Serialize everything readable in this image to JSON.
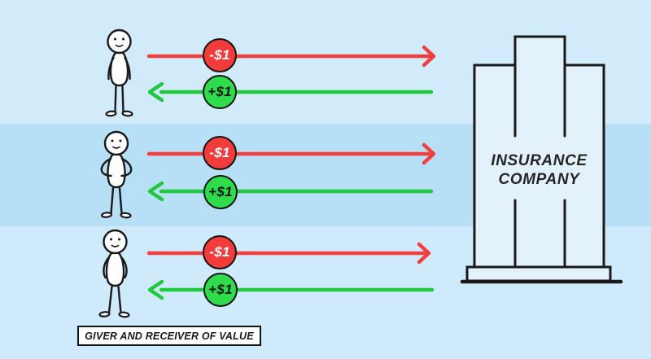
{
  "diagram": {
    "entity": {
      "line1": "INSURANCE",
      "line2": "COMPANY"
    },
    "caption": "GIVER AND RECEIVER OF VALUE",
    "rows": [
      {
        "outflow_label": "-$1",
        "inflow_label": "+$1"
      },
      {
        "outflow_label": "-$1",
        "inflow_label": "+$1"
      },
      {
        "outflow_label": "-$1",
        "inflow_label": "+$1"
      }
    ],
    "colors": {
      "background": "#D1EBFA",
      "band": "#B7DFF6",
      "outflow_red": "#F23B3B",
      "inflow_green": "#1FC83D",
      "badge_green_fill": "#2FDC4B",
      "outline": "#1A1A1A",
      "building_fill": "#E3F1FA",
      "caption_bg": "#FFFFFF"
    }
  }
}
